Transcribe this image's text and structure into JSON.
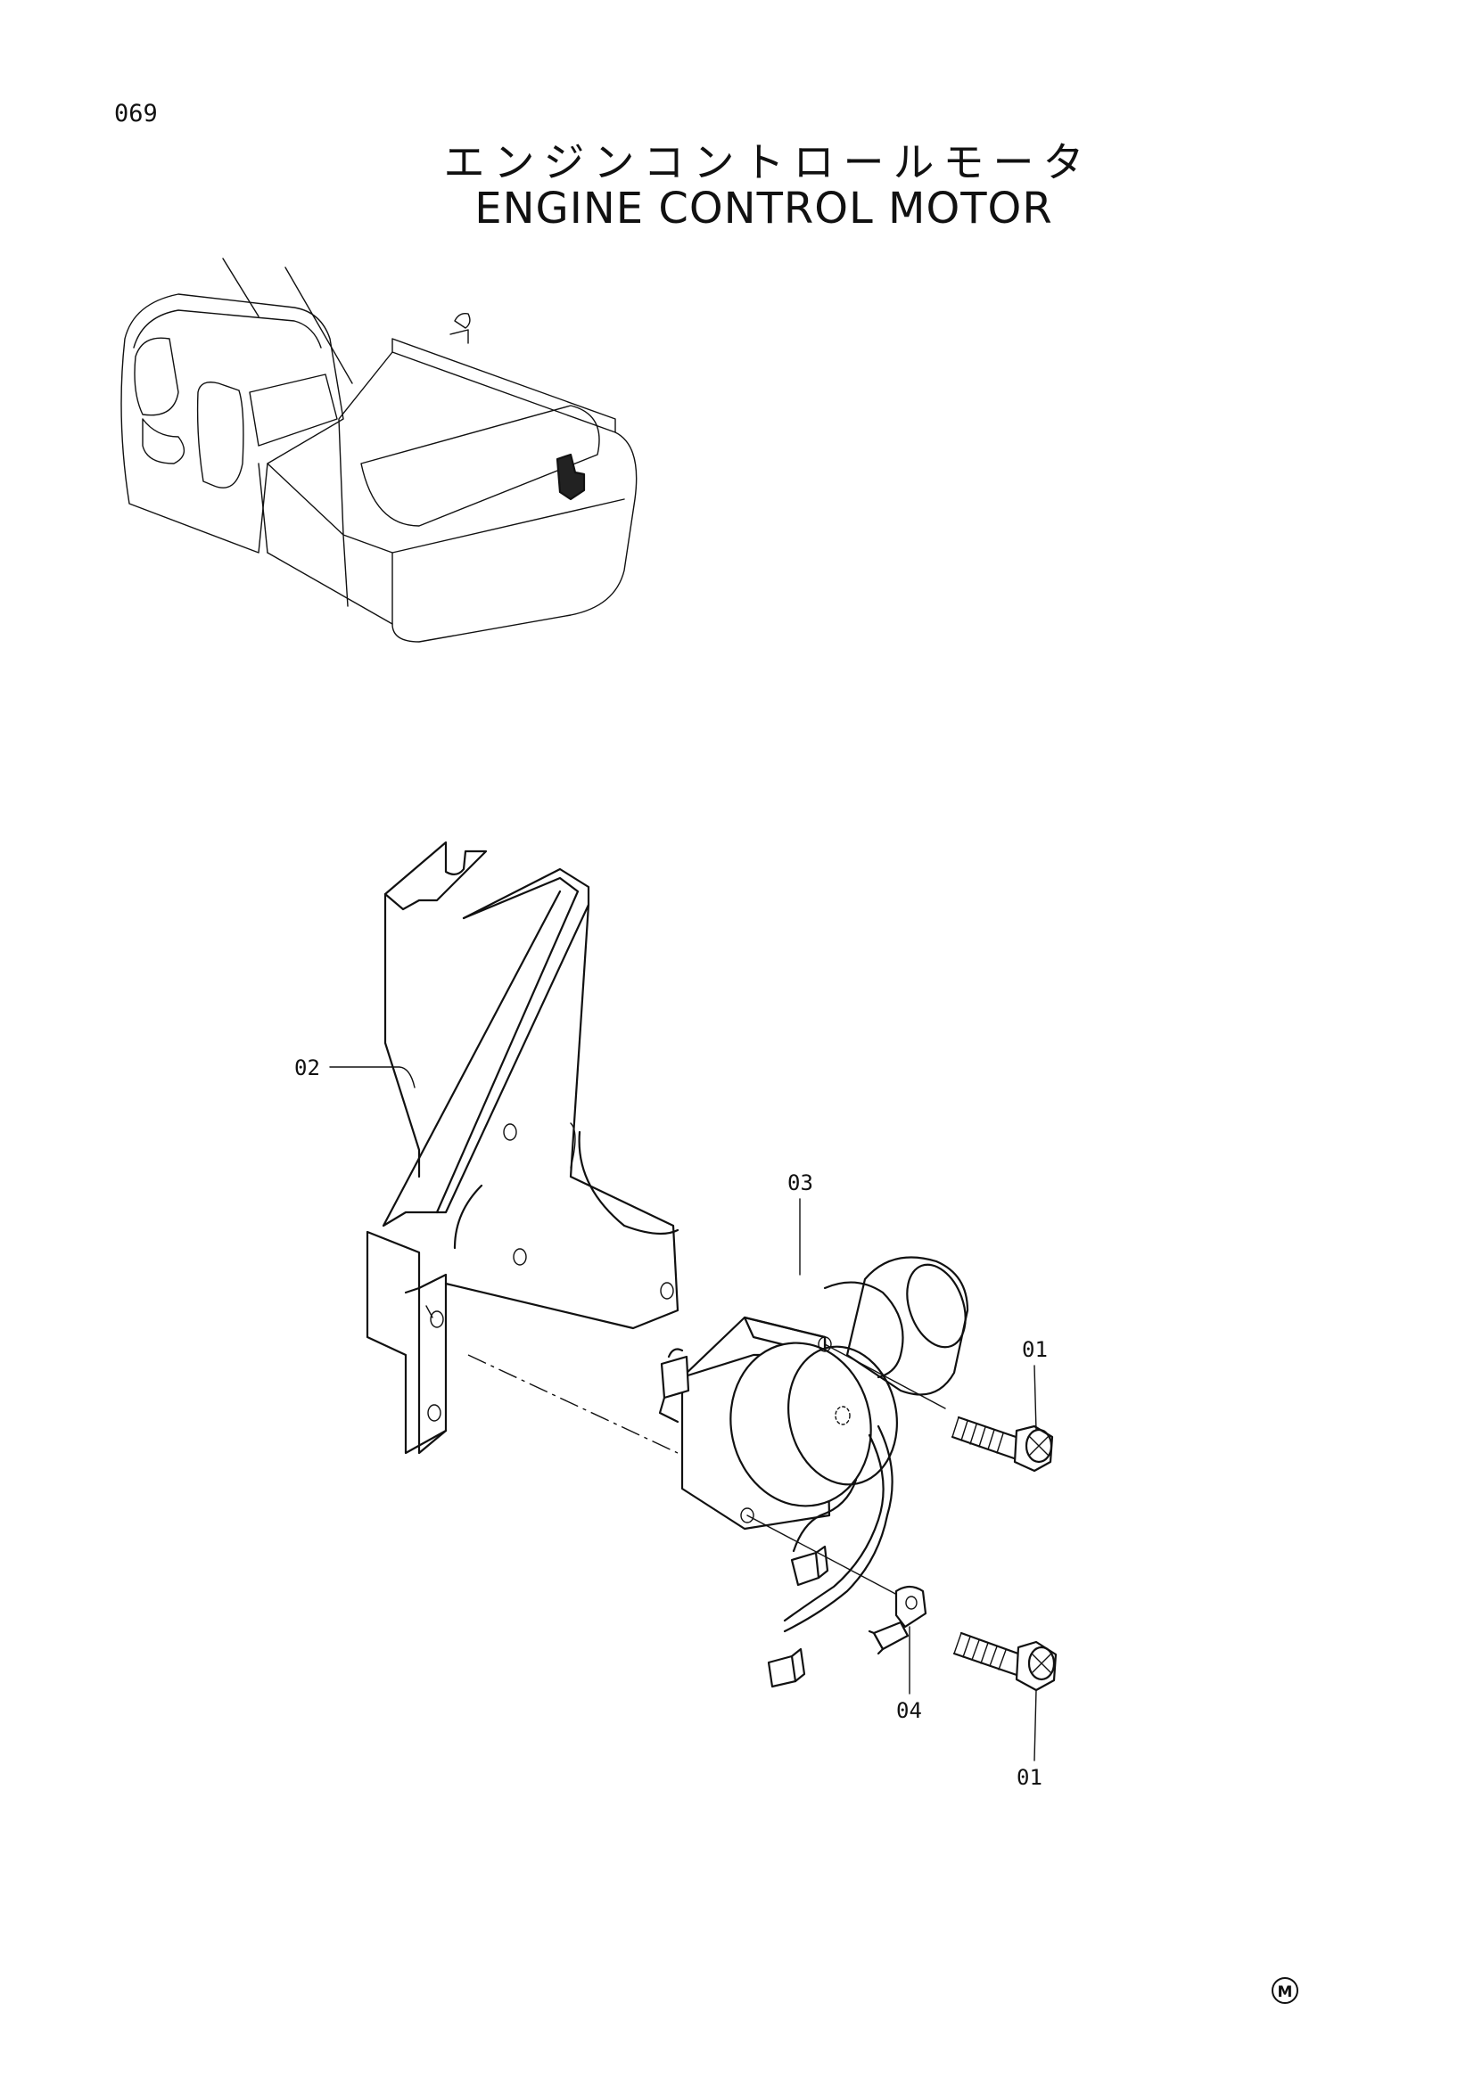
{
  "page": {
    "number": "069"
  },
  "title": {
    "japanese": "エンジンコントロールモータ",
    "english": "ENGINE CONTROL MOTOR"
  },
  "callouts": [
    {
      "id": "02",
      "label": "02"
    },
    {
      "id": "03",
      "label": "03"
    },
    {
      "id": "01a",
      "label": "01"
    },
    {
      "id": "04",
      "label": "04"
    },
    {
      "id": "01b",
      "label": "01"
    }
  ],
  "footer_mark": "M"
}
